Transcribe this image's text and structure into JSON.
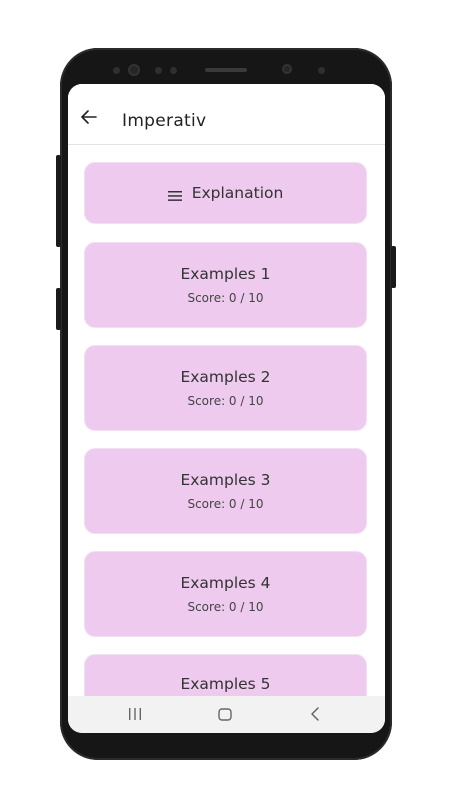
{
  "appbar": {
    "title": "Imperativ",
    "back_icon": "arrow-left-icon"
  },
  "explanation": {
    "label": "Explanation",
    "icon": "menu-icon"
  },
  "examples": [
    {
      "title": "Examples 1",
      "score": "Score: 0 / 10"
    },
    {
      "title": "Examples 2",
      "score": "Score: 0 / 10"
    },
    {
      "title": "Examples 3",
      "score": "Score: 0 / 10"
    },
    {
      "title": "Examples 4",
      "score": "Score: 0 / 10"
    },
    {
      "title": "Examples 5",
      "score": ""
    }
  ],
  "colors": {
    "card_background": "#eecbee",
    "nav_background": "#f2f2f2"
  },
  "navbar": {
    "icons": [
      "recent-apps-icon",
      "home-icon",
      "back-icon"
    ]
  }
}
